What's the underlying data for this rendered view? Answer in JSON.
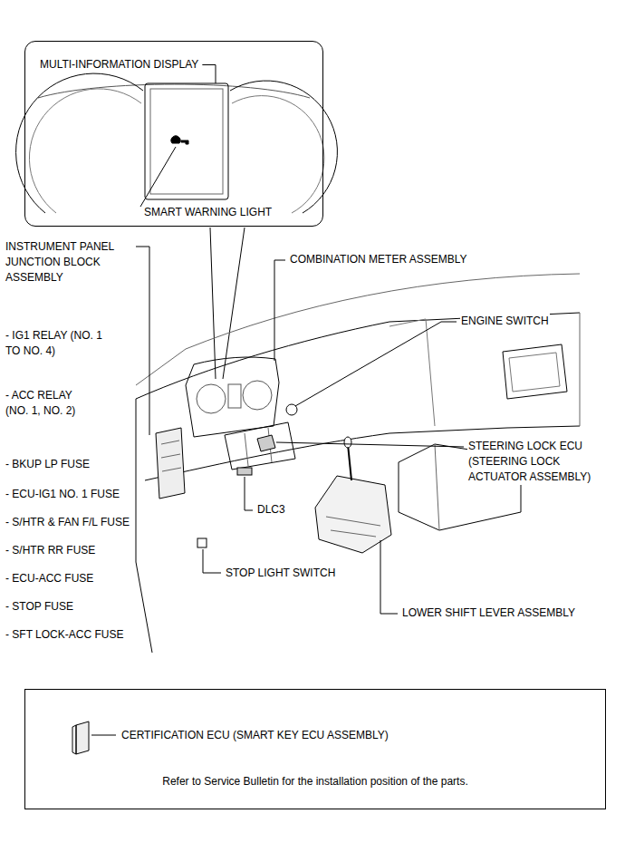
{
  "diagram": {
    "nodes": [
      {
        "text": [
          "MULTI-INFORMATION DISPLAY",
          "SMART WARNING LIGHT"
        ]
      },
      {
        "text": [
          "CERTIFICATION ECU (SMART KEY ECU ASSEMBLY)",
          "Refer to Service Bulletin for the installation position of the parts."
        ]
      }
    ],
    "labels": [
      "INSTRUMENT PANEL JUNCTION BLOCK ASSEMBLY",
      "- IG1 RELAY (NO. 1 TO NO. 4)",
      "- ACC RELAY (NO. 1, NO. 2)",
      "- BKUP LP FUSE",
      "- ECU-IG1 NO. 1 FUSE",
      "- S/HTR & FAN F/L FUSE",
      "- S/HTR RR FUSE",
      "- ECU-ACC FUSE",
      "- STOP FUSE",
      "- SFT LOCK-ACC FUSE",
      "COMBINATION METER ASSEMBLY",
      "ENGINE SWITCH",
      "STEERING LOCK ECU (STEERING LOCK ACTUATOR ASSEMBLY)",
      "DLC3",
      "STOP LIGHT SWITCH",
      "LOWER SHIFT LEVER ASSEMBLY"
    ]
  }
}
